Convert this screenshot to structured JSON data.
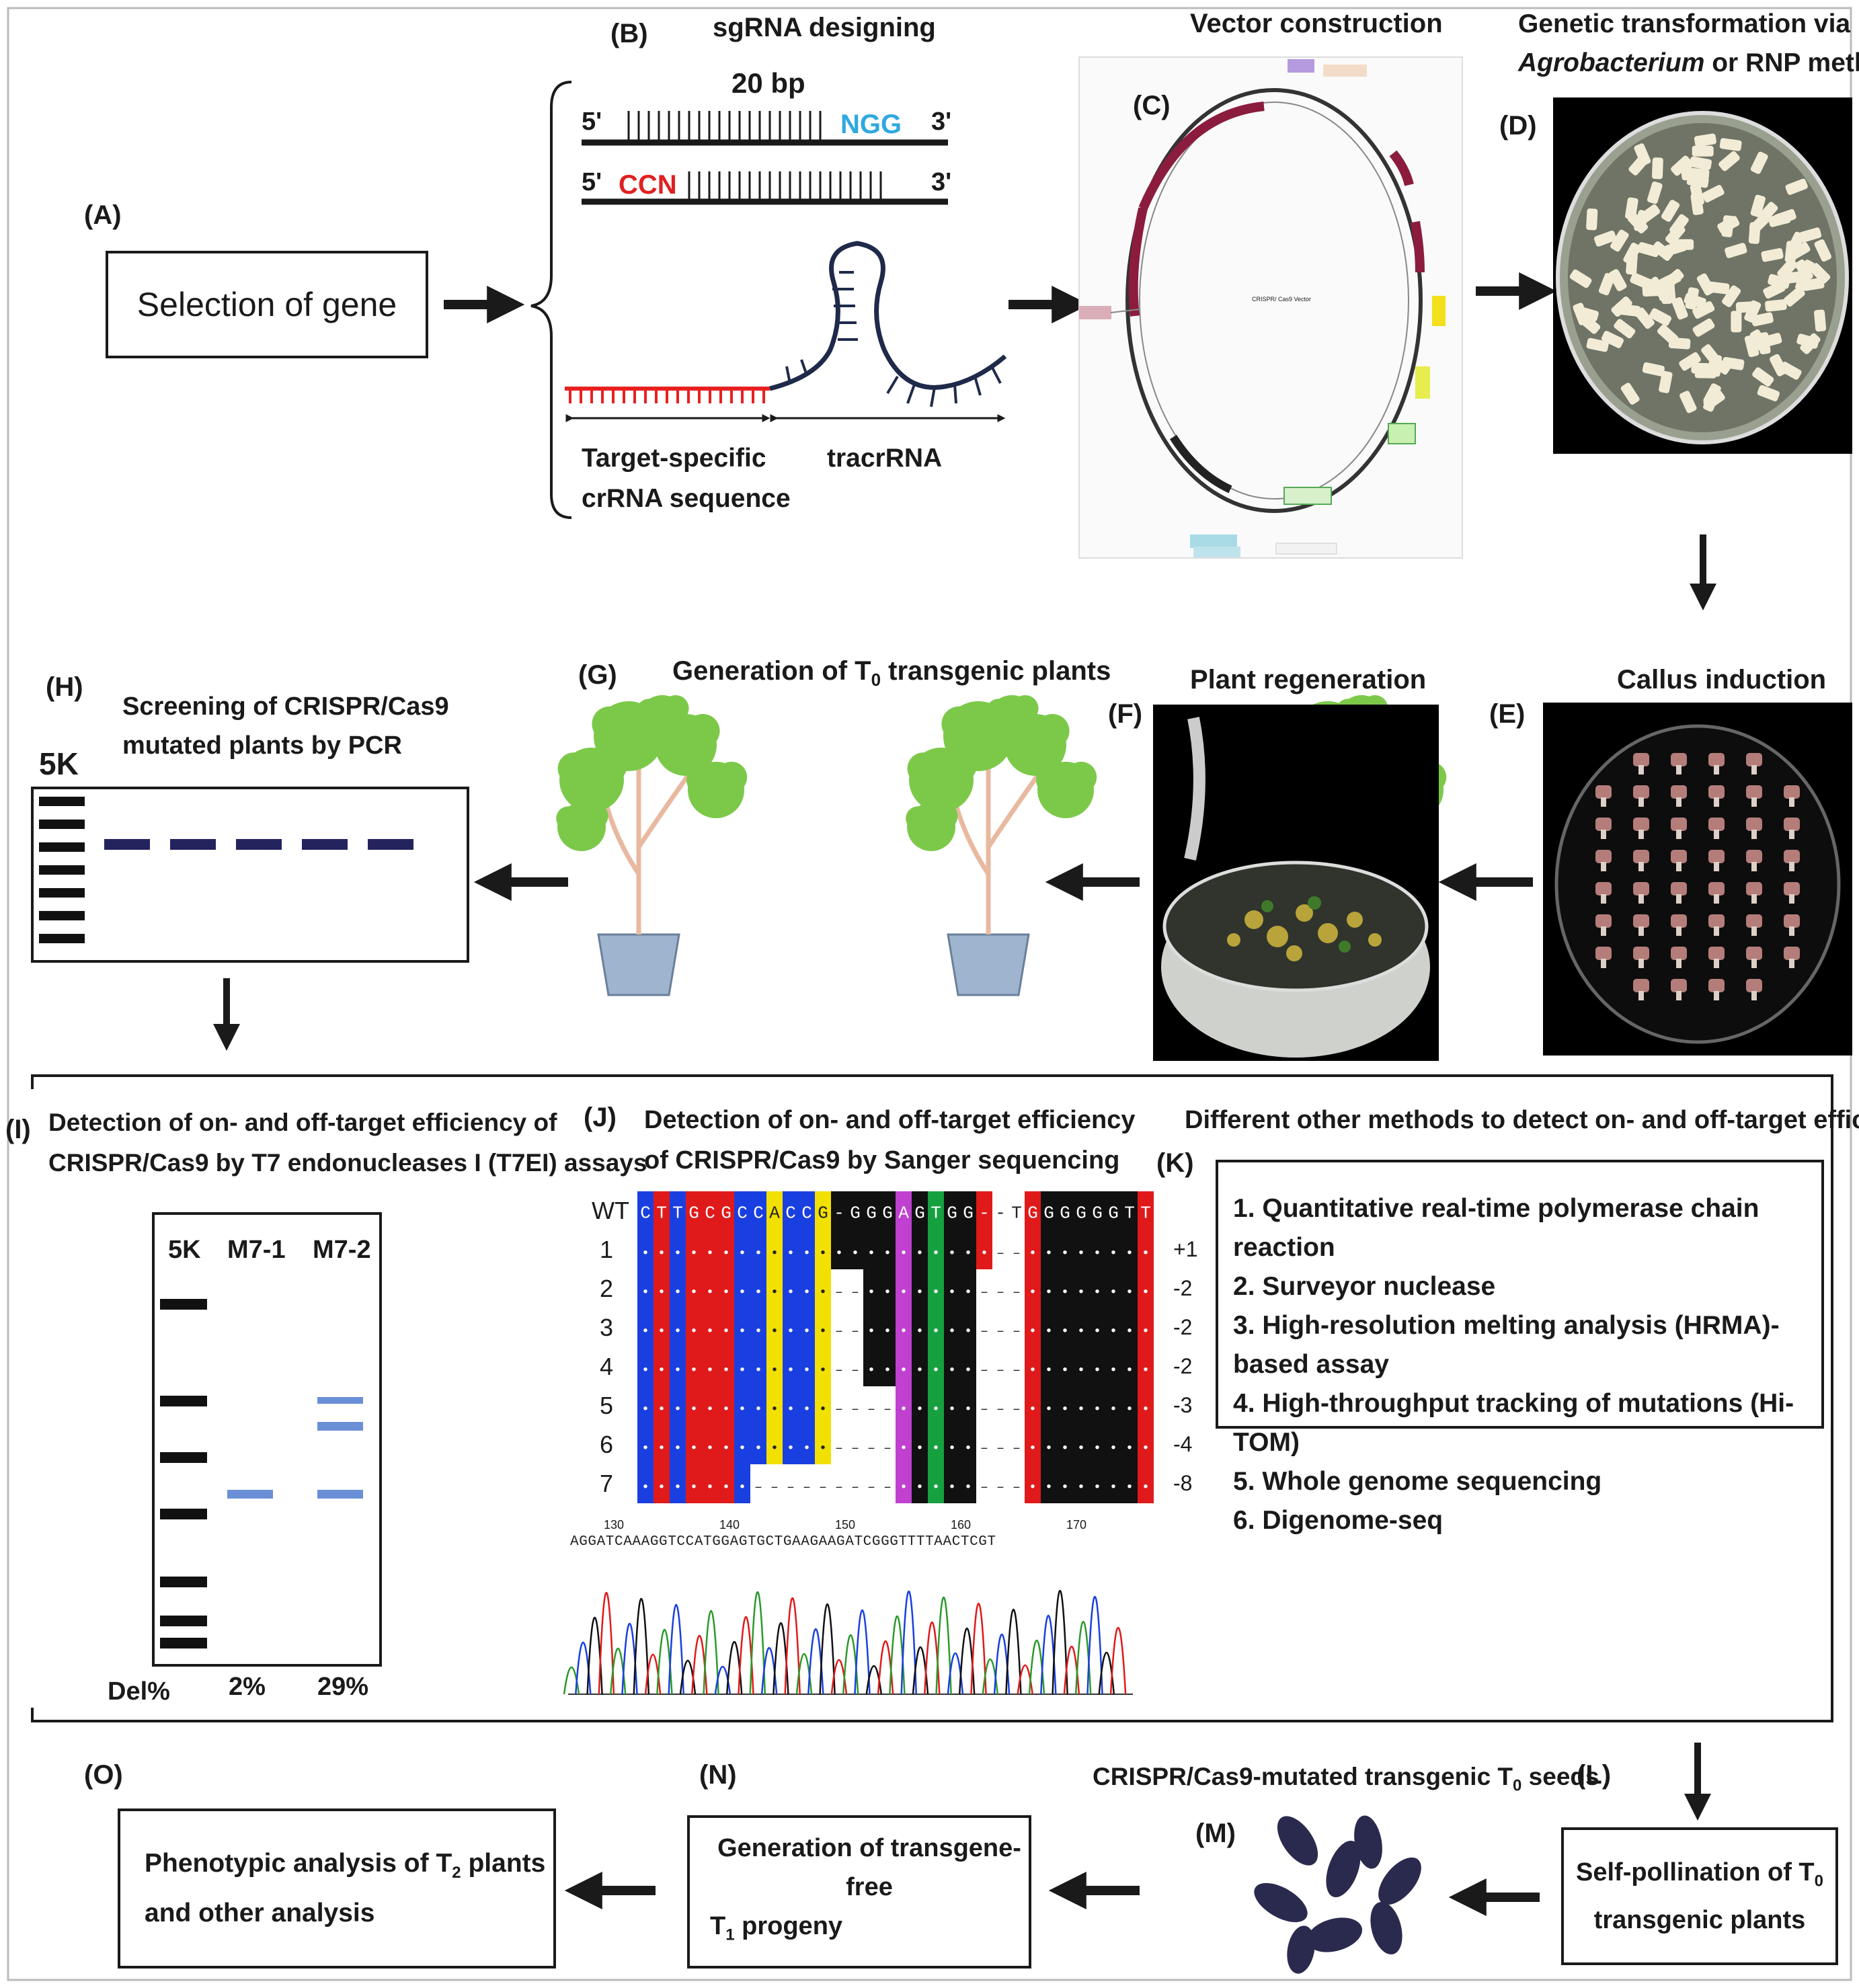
{
  "panels": {
    "A": {
      "label": "(A)",
      "box_text": "Selection of gene"
    },
    "B": {
      "label": "(B)",
      "title": "sgRNA designing",
      "bp": "20 bp",
      "five": "5'",
      "three": "3'",
      "ngg": "NGG",
      "ccn": "CCN",
      "crrna": [
        "Target-specific",
        "crRNA sequence"
      ],
      "tracr": "tracrRNA"
    },
    "C": {
      "label": "(C)",
      "title": "Vector construction",
      "plasmid_name": "CRISPR/ Cas9 Vector"
    },
    "D": {
      "label": "(D)",
      "title_line1": "Genetic transformation via",
      "title_italic": "Agrobacterium",
      "title_rest": " or RNP method"
    },
    "E": {
      "label": "(E)",
      "title": "Callus induction"
    },
    "F": {
      "label": "(F)",
      "title": "Plant regeneration"
    },
    "G": {
      "label": "(G)",
      "title_pre": "Generation of T",
      "title_sub": "0",
      "title_post": " transgenic plants"
    },
    "H": {
      "label": "(H)",
      "title": [
        "Screening of CRISPR/Cas9",
        "mutated plants by PCR"
      ],
      "marker": "5K"
    },
    "I": {
      "label": "(I)",
      "title": [
        "Detection of on- and off-target efficiency of",
        "CRISPR/Cas9 by T7 endonucleases I (T7EI) assays"
      ],
      "lanes": [
        "5K",
        "M7-1",
        "M7-2"
      ],
      "del_label": "Del%",
      "del_values": [
        "2%",
        "29%"
      ]
    },
    "J": {
      "label": "(J)",
      "title": [
        "Detection of on- and off-target efficiency",
        "of CRISPR/Cas9 by Sanger sequencing"
      ],
      "rows": [
        "WT",
        "1",
        "2",
        "3",
        "4",
        "5",
        "6",
        "7"
      ],
      "indels": [
        "+1",
        "-2",
        "-2",
        "-2",
        "-3",
        "-4",
        "-8"
      ],
      "wt_seq": "CTTGCGCCACCG-GGGAGTGG--TGGGGGGTT",
      "positions": [
        "130",
        "140",
        "150",
        "160",
        "170"
      ],
      "trace_seq": "AGGATCAAAGGTCCATGGAGTGCTGAAGAAGATCGGGTTTTAACTCGT"
    },
    "K": {
      "label": "(K)",
      "title": "Different other methods to detect on- and off-target efficiency",
      "methods": [
        "1. Quantitative real-time polymerase chain reaction",
        "2. Surveyor nuclease",
        "3. High-resolution melting analysis (HRMA)-based assay",
        "4. High-throughput tracking of mutations (Hi-TOM)",
        "5. Whole genome sequencing",
        "6. Digenome-seq"
      ]
    },
    "L": {
      "label": "(L)",
      "box_pre": "Self-pollination of T",
      "box_sub": "0",
      "box_post": "transgenic plants"
    },
    "M": {
      "label": "(M)",
      "title_pre": "CRISPR/Cas9-mutated transgenic T",
      "title_sub": "0",
      "title_post": " seeds"
    },
    "N": {
      "label": "(N)",
      "box_line1": "Generation of transgene-free",
      "box_pre": "T",
      "box_sub": "1",
      "box_post": " progeny"
    },
    "O": {
      "label": "(O)",
      "box_pre": "Phenotypic analysis of T",
      "box_sub": "2",
      "box_post": " plants",
      "box_line2": "and other analysis"
    }
  },
  "colors": {
    "ngg": "#2ea8e0",
    "ccn": "#e02020",
    "crrna": "#e82020",
    "tracr": "#1f2a4a",
    "leaf": "#7cc94a",
    "stem": "#e8b9a0",
    "pot": "#9fb5cf",
    "gel_band": "#23235e",
    "t7_band": "#6a8fd6",
    "plasmid": "#8b1c3e",
    "seed": "#2a2a4e"
  }
}
